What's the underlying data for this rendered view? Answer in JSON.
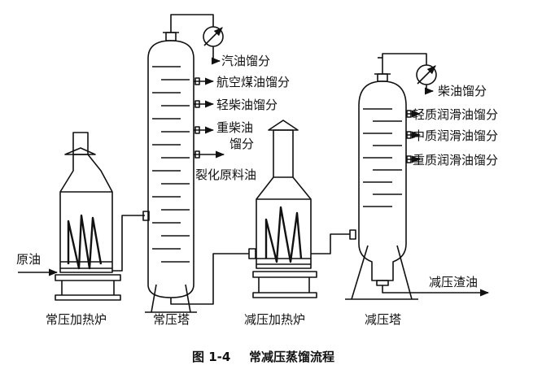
{
  "diagram": {
    "units": {
      "furnace1": "常压加热炉",
      "tower1": "常压塔",
      "furnace2": "减压加热炉",
      "tower2": "减压塔"
    },
    "streams": {
      "feed": "原油",
      "gasoline": "汽油馏分",
      "jet": "航空煤油馏分",
      "light_diesel": "轻柴油馏分",
      "heavy_diesel_1": "重柴油",
      "heavy_diesel_2": "馏分",
      "cracking_feed": "裂化原料油",
      "diesel": "柴油馏分",
      "light_lube": "轻质润滑油馏分",
      "medium_lube": "中质润滑油馏分",
      "heavy_lube": "重质润滑油馏分",
      "residue": "减压渣油"
    },
    "caption": {
      "number": "图 1-4",
      "title": "常减压蒸馏流程"
    }
  }
}
